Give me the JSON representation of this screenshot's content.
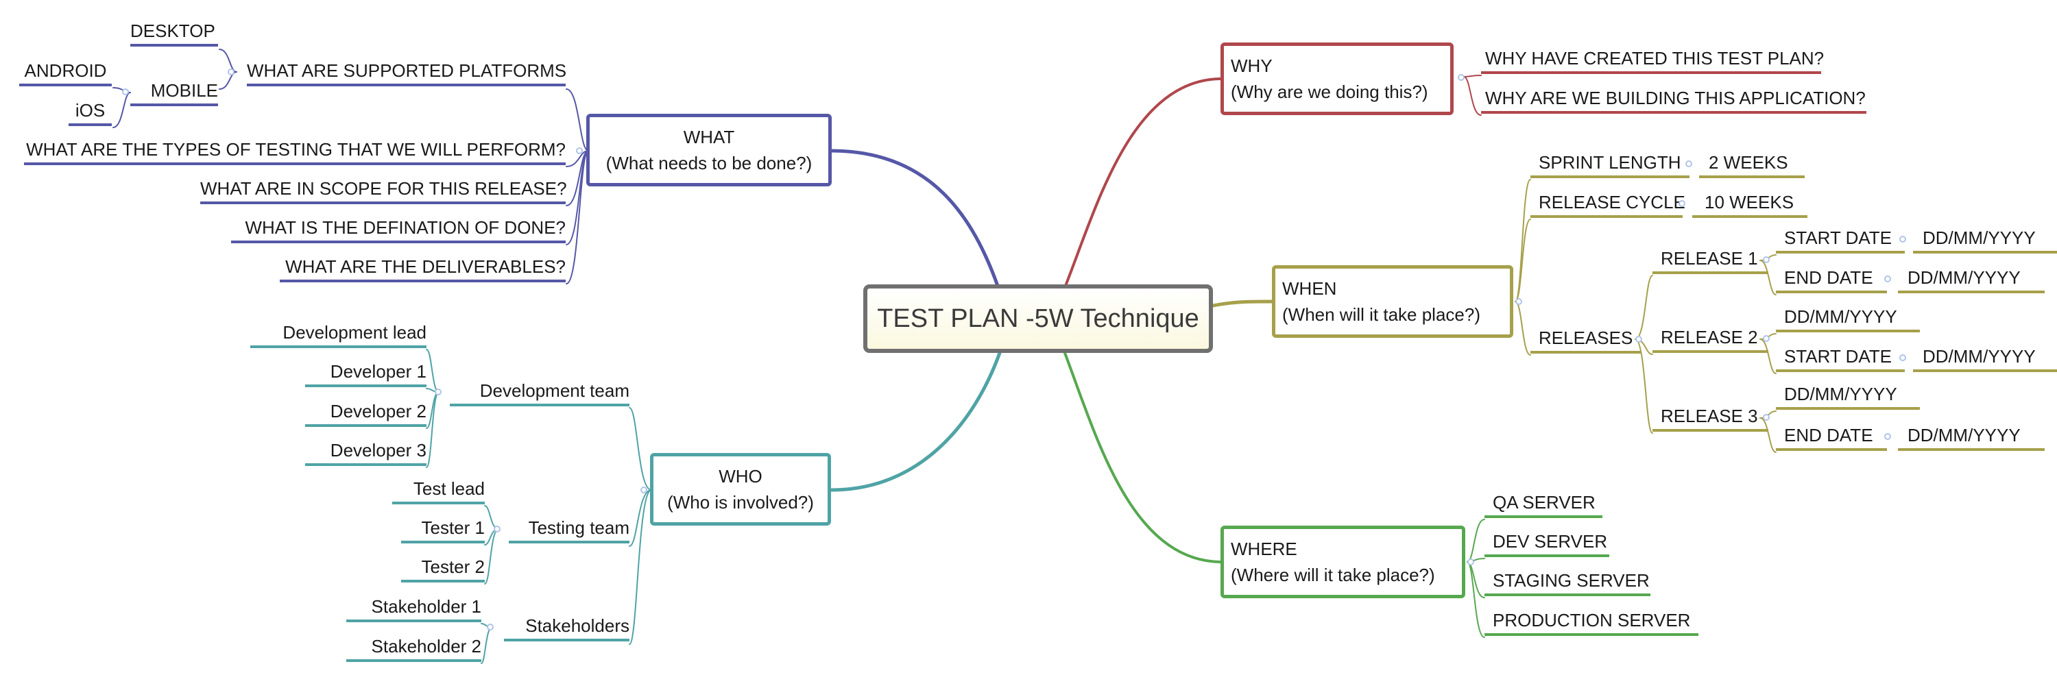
{
  "central": {
    "title": "TEST PLAN -5W Technique"
  },
  "colors": {
    "what": "#5557a7",
    "why": "#b0474c",
    "when": "#a6a04b",
    "who": "#4fa3a5",
    "where": "#56a84f",
    "central_border": "#707070"
  },
  "what": {
    "title": "WHAT",
    "subtitle": "(What needs to be done?)",
    "platforms": {
      "label": "WHAT ARE SUPPORTED PLATFORMS",
      "desktop": "DESKTOP",
      "mobile": "MOBILE",
      "android": "ANDROID",
      "ios": "iOS"
    },
    "items": [
      "WHAT ARE THE TYPES OF TESTING THAT WE WILL PERFORM?",
      "WHAT ARE IN SCOPE FOR THIS RELEASE?",
      "WHAT IS THE DEFINATION OF DONE?",
      "WHAT ARE THE DELIVERABLES?"
    ]
  },
  "who": {
    "title": "WHO",
    "subtitle": "(Who is involved?)",
    "development_team": {
      "label": "Development team",
      "members": [
        "Development lead",
        "Developer 1",
        "Developer 2",
        "Developer 3"
      ]
    },
    "testing_team": {
      "label": "Testing team",
      "members": [
        "Test lead",
        "Tester 1",
        "Tester 2"
      ]
    },
    "stakeholders": {
      "label": "Stakeholders",
      "members": [
        "Stakeholder 1",
        "Stakeholder 2"
      ]
    }
  },
  "why": {
    "title": "WHY",
    "subtitle": "(Why are we doing this?)",
    "items": [
      "WHY HAVE CREATED THIS TEST PLAN?",
      "WHY ARE WE BUILDING THIS APPLICATION?"
    ]
  },
  "when": {
    "title": "WHEN",
    "subtitle": "(When will it take place?)",
    "sprint_length": {
      "label": "SPRINT LENGTH",
      "value": "2 WEEKS"
    },
    "release_cycle": {
      "label": "RELEASE CYCLE",
      "value": "10 WEEKS"
    },
    "releases": {
      "label": "RELEASES",
      "release1": {
        "label": "RELEASE 1",
        "start_label": "START DATE",
        "start_value": "DD/MM/YYYY",
        "end_label": "END DATE",
        "end_value": "DD/MM/YYYY"
      },
      "release2": {
        "label": "RELEASE 2",
        "date": "DD/MM/YYYY",
        "start_label": "START DATE",
        "start_value": "DD/MM/YYYY"
      },
      "release3": {
        "label": "RELEASE 3",
        "date": "DD/MM/YYYY",
        "end_label": "END DATE",
        "end_value": "DD/MM/YYYY"
      }
    }
  },
  "where": {
    "title": "WHERE",
    "subtitle": "(Where will it take place?)",
    "items": [
      "QA SERVER",
      "DEV SERVER",
      "STAGING SERVER",
      "PRODUCTION SERVER"
    ]
  }
}
